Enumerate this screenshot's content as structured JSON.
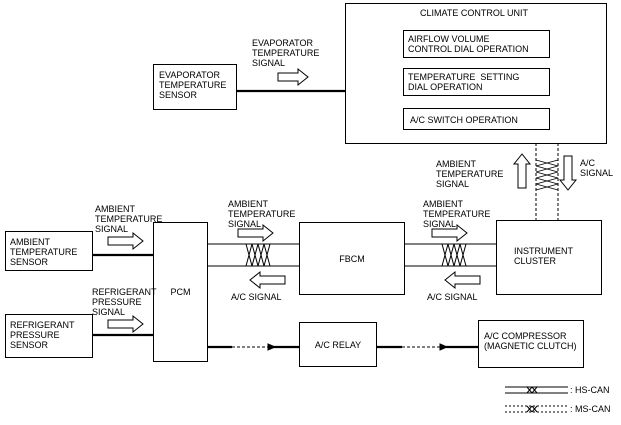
{
  "blocks": {
    "ccu_title": "CLIMATE CONTROL UNIT",
    "ccu_airflow": "AIRFLOW VOLUME\nCONTROL DIAL OPERATION",
    "ccu_temp": "TEMPERATURE  SETTING\nDIAL OPERATION",
    "ccu_ac": "A/C SWITCH OPERATION",
    "evap_sensor": "EVAPORATOR\nTEMPERATURE\nSENSOR",
    "ambient_sensor": "AMBIENT\nTEMPERATURE\nSENSOR",
    "refrig_sensor": "REFRIGERANT\nPRESSURE\nSENSOR",
    "pcm": "PCM",
    "fbcm": "FBCM",
    "instrument_cluster": "INSTRUMENT\nCLUSTER",
    "ac_relay": "A/C RELAY",
    "ac_compressor": "A/C COMPRESSOR\n(MAGNETIC CLUTCH)"
  },
  "signals": {
    "evap_temp": "EVAPORATOR\nTEMPERATURE\nSIGNAL",
    "ambient_to_pcm": "AMBIENT\nTEMPERATURE\nSIGNAL",
    "refrig_to_pcm": "REFRIGERANT\nPRESSURE\nSIGNAL",
    "ambient_pcm_fbcm": "AMBIENT\nTEMPERATURE\nSIGNAL",
    "ambient_fbcm_cluster": "AMBIENT\nTEMPERATURE\nSIGNAL",
    "ambient_cluster_ccu": "AMBIENT\nTEMPERATURE\nSIGNAL",
    "ac_ccu_cluster": "A/C\nSIGNAL",
    "ac_fbcm_pcm": "A/C SIGNAL",
    "ac_cluster_fbcm": "A/C SIGNAL"
  },
  "legend": {
    "hs_can": ": HS-CAN",
    "ms_can": ": MS-CAN"
  }
}
